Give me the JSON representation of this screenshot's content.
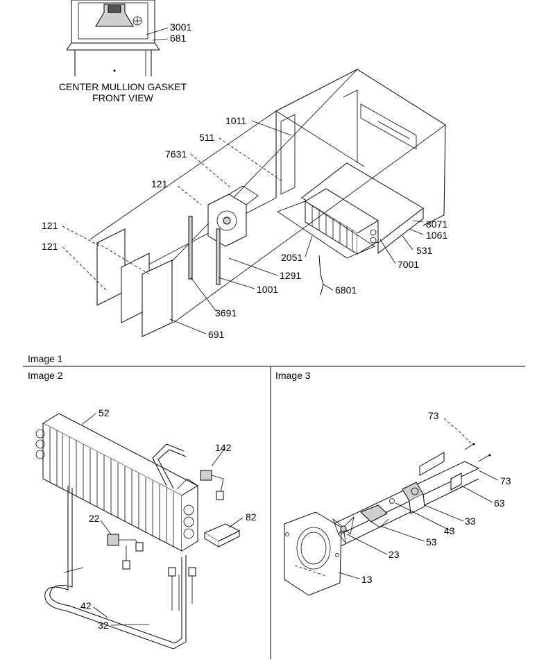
{
  "top_view": {
    "caption_line1": "CENTER MULLION GASKET",
    "caption_line2": "FRONT VIEW",
    "callouts": [
      "3001",
      "681"
    ]
  },
  "image1": {
    "title": "Image 1",
    "callouts": [
      "1011",
      "511",
      "7631",
      "121",
      "121",
      "121",
      "8071",
      "1061",
      "531",
      "7001",
      "2051",
      "1291",
      "1001",
      "3691",
      "6801",
      "691"
    ]
  },
  "image2": {
    "title": "Image 2",
    "callouts": [
      "52",
      "142",
      "82",
      "22",
      "42",
      "32"
    ]
  },
  "image3": {
    "title": "Image 3",
    "callouts": [
      "73",
      "73",
      "63",
      "33",
      "43",
      "53",
      "23",
      "13"
    ]
  }
}
